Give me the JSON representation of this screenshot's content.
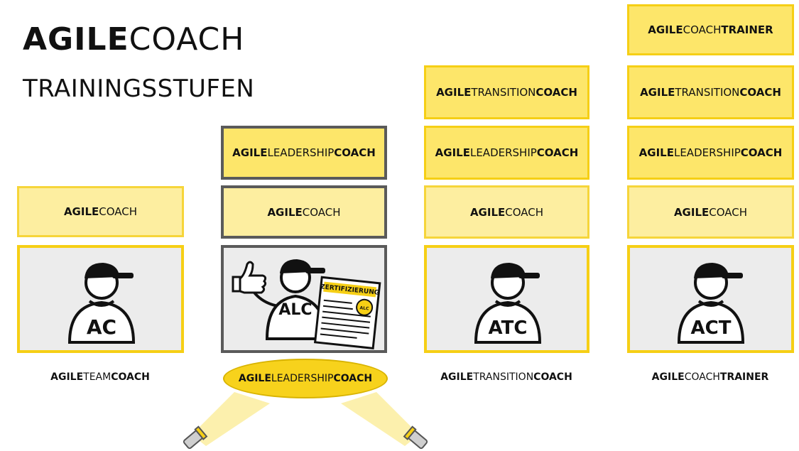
{
  "title": {
    "strong": "AGILE",
    "light": "COACH"
  },
  "subtitle": "TRAININGSSTUFEN",
  "columns": [
    {
      "boxes": [
        {
          "strong1": "AGILE",
          "light": "COACH",
          "strong2": ""
        }
      ],
      "figure_label": "AC",
      "caption": {
        "strong1": "AGILE",
        "light": "TEAM",
        "strong2": "COACH"
      }
    },
    {
      "boxes": [
        {
          "strong1": "AGILE",
          "light": "LEADERSHIP",
          "strong2": "COACH"
        },
        {
          "strong1": "AGILE",
          "light": "COACH",
          "strong2": ""
        }
      ],
      "figure_label": "ALC",
      "certificate_label": "ZERTIFIZIERUNG",
      "seal_label": "ALC",
      "caption": {
        "strong1": "AGILE",
        "light": "LEADERSHIP",
        "strong2": "COACH"
      }
    },
    {
      "boxes": [
        {
          "strong1": "AGILE",
          "light": "TRANSITION",
          "strong2": "COACH"
        },
        {
          "strong1": "AGILE",
          "light": "LEADERSHIP",
          "strong2": "COACH"
        },
        {
          "strong1": "AGILE",
          "light": "COACH",
          "strong2": ""
        }
      ],
      "figure_label": "ATC",
      "caption": {
        "strong1": "AGILE",
        "light": "TRANSITION",
        "strong2": "COACH"
      }
    },
    {
      "boxes": [
        {
          "strong1": "AGILE",
          "light": "COACH",
          "strong2": "TRAINER"
        },
        {
          "strong1": "AGILE",
          "light": "TRANSITION",
          "strong2": "COACH"
        },
        {
          "strong1": "AGILE",
          "light": "LEADERSHIP",
          "strong2": "COACH"
        },
        {
          "strong1": "AGILE",
          "light": "COACH",
          "strong2": ""
        }
      ],
      "figure_label": "ACT",
      "caption": {
        "strong1": "AGILE",
        "light": "COACH",
        "strong2": "TRAINER"
      }
    }
  ],
  "colors": {
    "accent": "#f6cf15",
    "fill": "#fde66a",
    "frame": "#5a5a5a",
    "tile": "#ececec"
  },
  "icons": [
    "coach-figure-icon",
    "thumbs-up-icon",
    "certificate-icon",
    "spotlight-icon"
  ]
}
